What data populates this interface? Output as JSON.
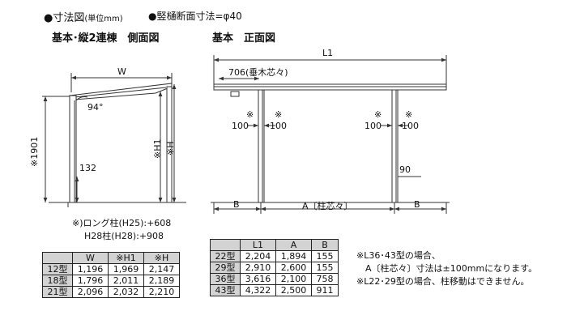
{
  "header": {
    "dims_prefix": "●寸法図",
    "dims_unit": "(単位mm)",
    "gutter_note": "●竪樋断面寸法=φ40"
  },
  "side_view": {
    "title": "基本･縦2連棟　側面図",
    "label_w": "W",
    "label_angle": "94°",
    "label_1901": "※1901",
    "label_h1": "※H1",
    "label_h": "※H",
    "label_132": "132"
  },
  "front_view": {
    "title": "基本　正面図",
    "label_l1": "L1",
    "label_706": "706(垂木芯々)",
    "label_mark": "※",
    "label_100": "100",
    "label_90": "90",
    "label_b": "B",
    "label_a": "A〔柱芯々〕"
  },
  "long_post_note": {
    "line1": "※)ロング柱(H25):+608",
    "line2": "H28柱(H28):+908"
  },
  "table1": {
    "headers": [
      "",
      "W",
      "※H1",
      "※H"
    ],
    "rows": [
      [
        "12型",
        "1,196",
        "1,969",
        "2,147"
      ],
      [
        "18型",
        "1,796",
        "2,011",
        "2,189"
      ],
      [
        "21型",
        "2,096",
        "2,032",
        "2,210"
      ]
    ]
  },
  "table2": {
    "headers": [
      "",
      "L1",
      "A",
      "B"
    ],
    "rows": [
      [
        "22型",
        "2,204",
        "1,894",
        "155"
      ],
      [
        "29型",
        "2,910",
        "2,600",
        "155"
      ],
      [
        "36型",
        "3,616",
        "2,100",
        "758"
      ],
      [
        "43型",
        "4,322",
        "2,500",
        "911"
      ]
    ]
  },
  "notes": {
    "line1": "※L36･43型の場合、",
    "line2": "A〔柱芯々〕寸法は±100mmになります。",
    "line3": "※L22･29型の場合、柱移動はできません。"
  }
}
